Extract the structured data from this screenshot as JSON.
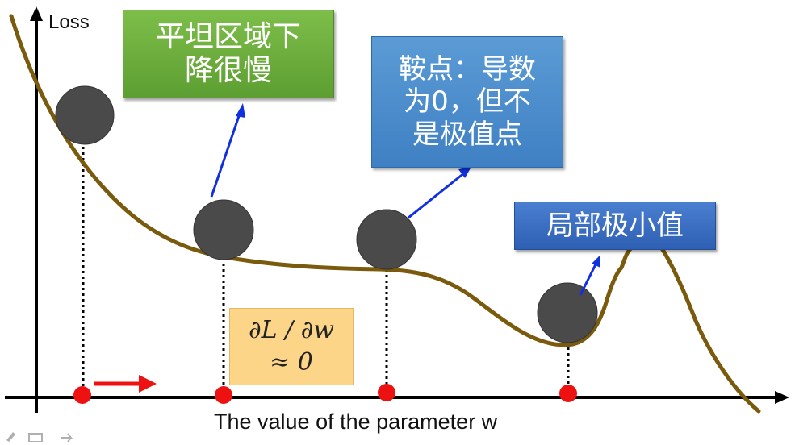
{
  "axes": {
    "y_label": "Loss",
    "x_label": "The value of the parameter w"
  },
  "annotations": {
    "plateau": "平坦区域下\n降很慢",
    "saddle": "鞍点：导数\n为0，但不\n是极值点",
    "local_min": "局部极小值",
    "gradient": "∂L / ∂w\n≈ 0"
  },
  "colors": {
    "curve": "#7a5a0c",
    "ball": "#4a4a4a",
    "red_dot": "#ee1111",
    "blue_arrow": "#1030e0",
    "red_arrow": "#ee1111",
    "axis": "#000000"
  }
}
